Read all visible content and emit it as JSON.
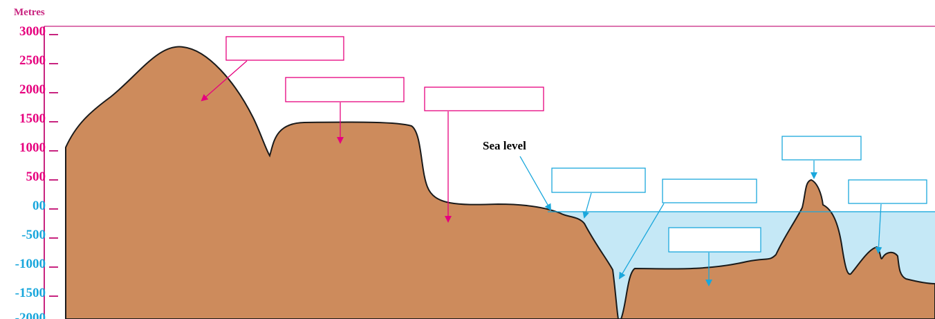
{
  "axis": {
    "title": "Metres",
    "ticks": [
      "3000",
      "2500",
      "2000",
      "1500",
      "1000",
      "500",
      "00",
      "-500",
      "-1000",
      "-1500",
      "-2000"
    ]
  },
  "sea_level_label": "Sea level",
  "colors": {
    "land": "#cd8b5c",
    "land_outline": "#1a1a1a",
    "sea": "#c5e8f6",
    "above_sea": "#e6007e",
    "below_sea": "#1aa7dc",
    "axis": "#c8237f",
    "sea_line": "#1aa7dc"
  },
  "label_boxes": [
    {
      "id": "mountain",
      "text": "",
      "zone": "land"
    },
    {
      "id": "plateau",
      "text": "",
      "zone": "land"
    },
    {
      "id": "plain",
      "text": "",
      "zone": "land"
    },
    {
      "id": "continental-shelf",
      "text": "",
      "zone": "sea"
    },
    {
      "id": "ocean-trench",
      "text": "",
      "zone": "sea"
    },
    {
      "id": "abyssal-plain",
      "text": "",
      "zone": "sea"
    },
    {
      "id": "island",
      "text": "",
      "zone": "sea"
    },
    {
      "id": "seamount",
      "text": "",
      "zone": "sea"
    }
  ]
}
